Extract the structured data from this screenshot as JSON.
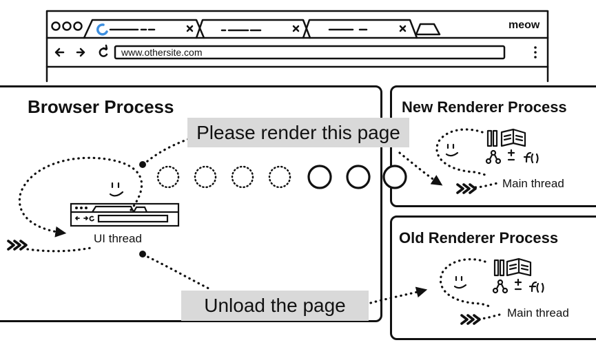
{
  "browser": {
    "url": "www.othersite.com",
    "brand": "meow",
    "tabs": [
      {
        "title": "",
        "loading": true
      },
      {
        "title": ""
      },
      {
        "title": ""
      }
    ]
  },
  "diagram": {
    "browser_process": {
      "title": "Browser Process",
      "ui_thread_label": "UI thread"
    },
    "new_renderer_process": {
      "title": "New Renderer Process",
      "main_thread_label": "Main thread"
    },
    "old_renderer_process": {
      "title": "Old Renderer Process",
      "main_thread_label": "Main thread"
    },
    "messages": {
      "render": "Please render this page",
      "unload": "Unload the page"
    }
  },
  "colors": {
    "ink": "#111111",
    "bubble": "#d9d9d9",
    "spinner": "#3d8fe0"
  }
}
